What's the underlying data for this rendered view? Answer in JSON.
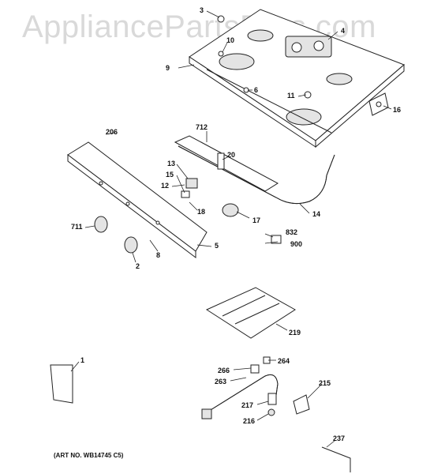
{
  "watermark": "AppliancePartsPros.com",
  "art_no": "(ART NO. WB14745 C5)",
  "callouts": {
    "c1": "1",
    "c2": "2",
    "c3": "3",
    "c4": "4",
    "c5": "5",
    "c6": "6",
    "c8": "8",
    "c9": "9",
    "c10": "10",
    "c11": "11",
    "c12": "12",
    "c13": "13",
    "c14": "14",
    "c15": "15",
    "c16": "16",
    "c17": "17",
    "c18": "18",
    "c20": "20",
    "c206": "206",
    "c215": "215",
    "c216": "216",
    "c217": "217",
    "c219": "219",
    "c237": "237",
    "c263": "263",
    "c264": "264",
    "c266": "266",
    "c711": "711",
    "c712": "712",
    "c832": "832",
    "c900": "900"
  }
}
